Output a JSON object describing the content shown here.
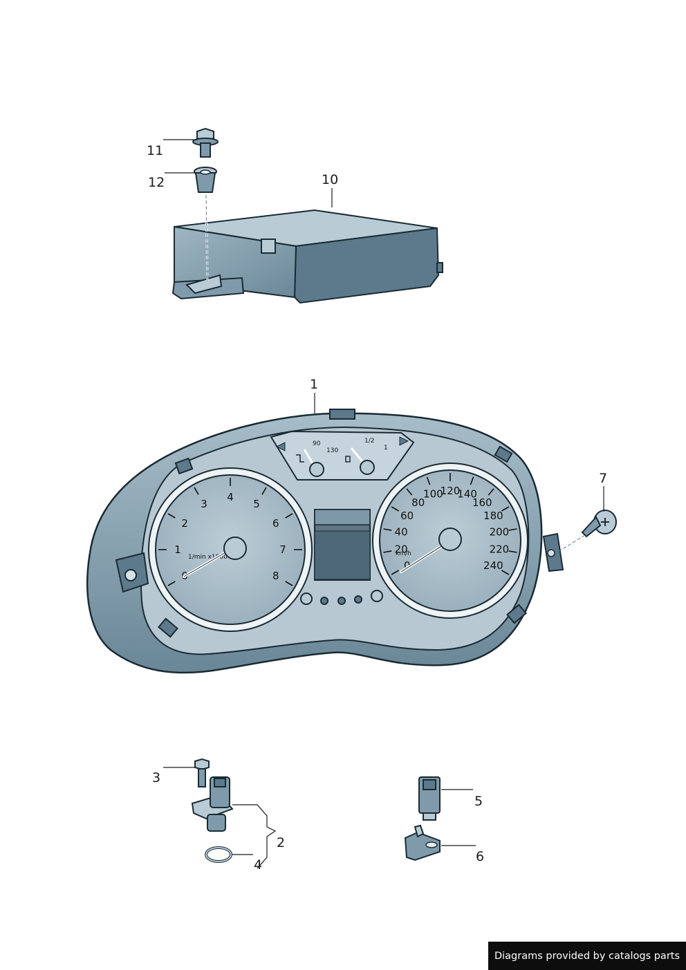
{
  "callouts": {
    "c1": "1",
    "c2": "2",
    "c3": "3",
    "c4": "4",
    "c5": "5",
    "c6": "6",
    "c7": "7",
    "c10": "10",
    "c11": "11",
    "c12": "12"
  },
  "tachometer": {
    "scale": [
      "0",
      "1",
      "2",
      "3",
      "4",
      "5",
      "6",
      "7",
      "8"
    ],
    "unit_label": "1/min x1000"
  },
  "speedometer": {
    "scale": [
      "0",
      "20",
      "40",
      "60",
      "80",
      "100",
      "120",
      "140",
      "160",
      "180",
      "200",
      "220",
      "240"
    ],
    "unit_label": "km/h"
  },
  "upper_gauges": {
    "temp_scale": [
      "90",
      "130"
    ],
    "fuel_scale": [
      "1/2",
      "1"
    ]
  },
  "footer": {
    "credit": "Diagrams provided by catalogs parts"
  },
  "colors": {
    "part_fill": "#7f9bab",
    "dial_face": "#a9bcc7",
    "outline": "#1a2a33",
    "footer_bg": "#0d0d0d"
  }
}
